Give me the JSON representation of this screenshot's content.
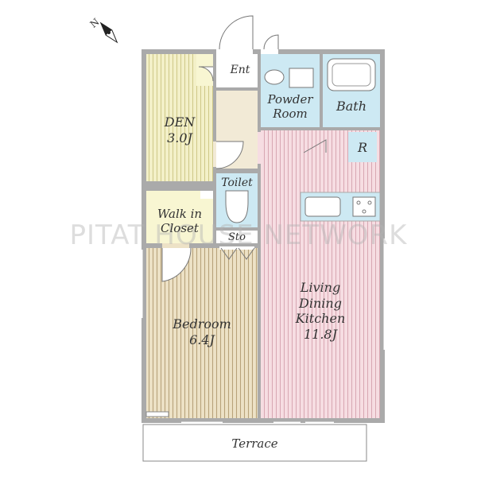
{
  "compass": {
    "north_label": "N"
  },
  "rooms": {
    "entrance": {
      "name": "Ent"
    },
    "powder_room": {
      "line1": "Powder",
      "line2": "Room"
    },
    "bath": {
      "name": "Bath"
    },
    "den": {
      "name": "DEN",
      "size": "3.0J"
    },
    "refrigerator": {
      "name": "R"
    },
    "toilet": {
      "name": "Toilet"
    },
    "walk_in_closet": {
      "line1": "Walk in",
      "line2": "Closet"
    },
    "storage": {
      "name": "Sto"
    },
    "bedroom": {
      "name": "Bedroom",
      "size": "6.4J"
    },
    "ldk": {
      "line1": "Living",
      "line2": "Dining",
      "line3": "Kitchen",
      "size": "11.8J"
    },
    "terrace": {
      "name": "Terrace"
    }
  },
  "watermark": "PITAT HOUSE NETWORK",
  "colors": {
    "wall": "#aaaaaa",
    "den_floor": "#f3f0c8",
    "den_stripe": "#cfc888",
    "bedroom_floor": "#ede2c6",
    "bedroom_stripe": "#b8a37a",
    "ldk_floor": "#f6dde2",
    "ldk_stripe": "#d8a7b2",
    "wet_area": "#cde9f3",
    "closet": "#f8f6d2",
    "hall": "#f2ead6"
  }
}
